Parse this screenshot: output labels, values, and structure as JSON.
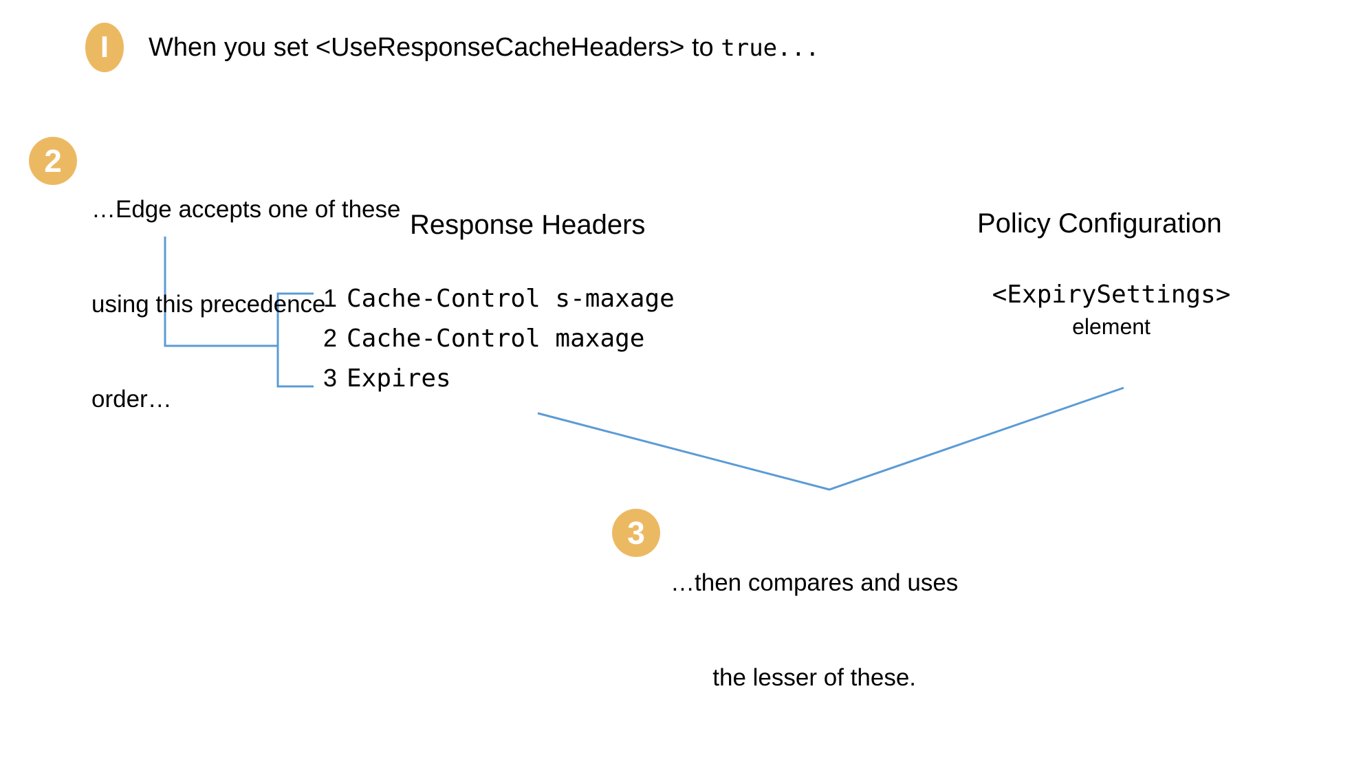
{
  "diagram": {
    "title_hidden": "",
    "accent_color": "#ecb963",
    "connector_color": "#5b9bd5",
    "background": "#ffffff"
  },
  "steps": [
    {
      "number": "1",
      "badge_glyph": "I",
      "text_prefix": "When you set <UseResponseCacheHeaders> to ",
      "text_mono": "true..."
    },
    {
      "number": "2",
      "badge_glyph": "2",
      "line1": "…Edge accepts one of these",
      "line2": "using this precedence",
      "line3": "order…"
    },
    {
      "number": "3",
      "badge_glyph": "3",
      "line1": "…then compares and uses",
      "line2": "the lesser of these."
    }
  ],
  "columns": {
    "response_headers": {
      "title": "Response Headers",
      "items": [
        {
          "number": "1",
          "label": "Cache-Control s-maxage"
        },
        {
          "number": "2",
          "label": "Cache-Control maxage"
        },
        {
          "number": "3",
          "label": "Expires"
        }
      ]
    },
    "policy_configuration": {
      "title": "Policy Configuration",
      "element_tag": "<ExpirySettings>",
      "element_word": "element"
    }
  }
}
